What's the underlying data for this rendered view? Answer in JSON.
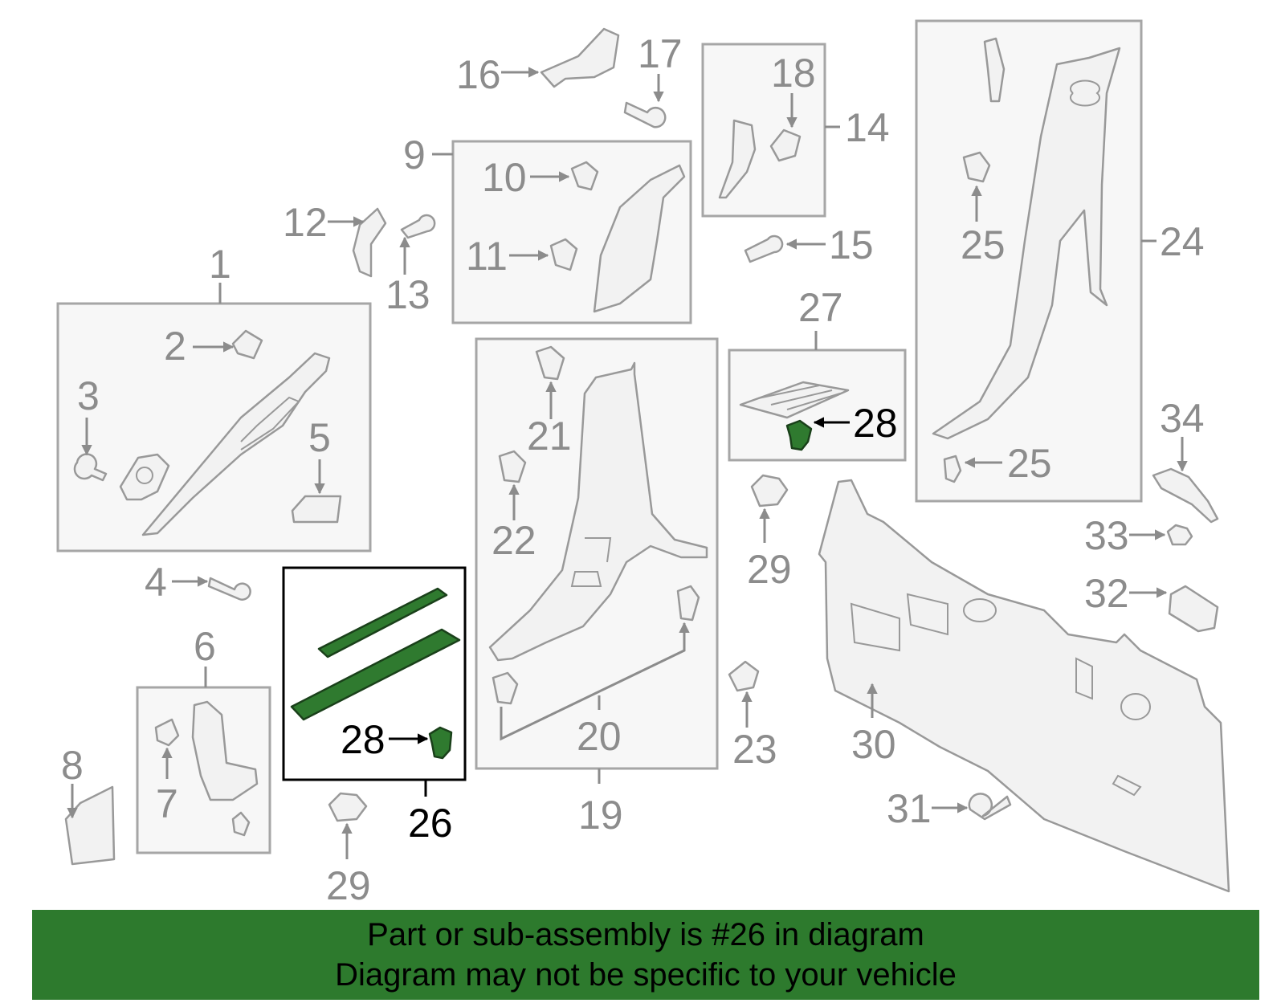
{
  "diagram": {
    "callouts": [
      "1",
      "2",
      "3",
      "4",
      "5",
      "6",
      "7",
      "8",
      "9",
      "10",
      "11",
      "12",
      "13",
      "14",
      "15",
      "16",
      "17",
      "18",
      "19",
      "20",
      "21",
      "22",
      "23",
      "24",
      "25",
      "25",
      "26",
      "27",
      "28",
      "28",
      "29",
      "29",
      "30",
      "31",
      "32",
      "33",
      "34"
    ],
    "highlighted_part": "26",
    "colors": {
      "highlight": "#2d7a2d",
      "label": "#8c8c8c",
      "panel_border": "#a6a6a6"
    }
  },
  "banner": {
    "line1": "Part or sub-assembly is #26 in diagram",
    "line2": "Diagram may not be specific to your vehicle"
  }
}
